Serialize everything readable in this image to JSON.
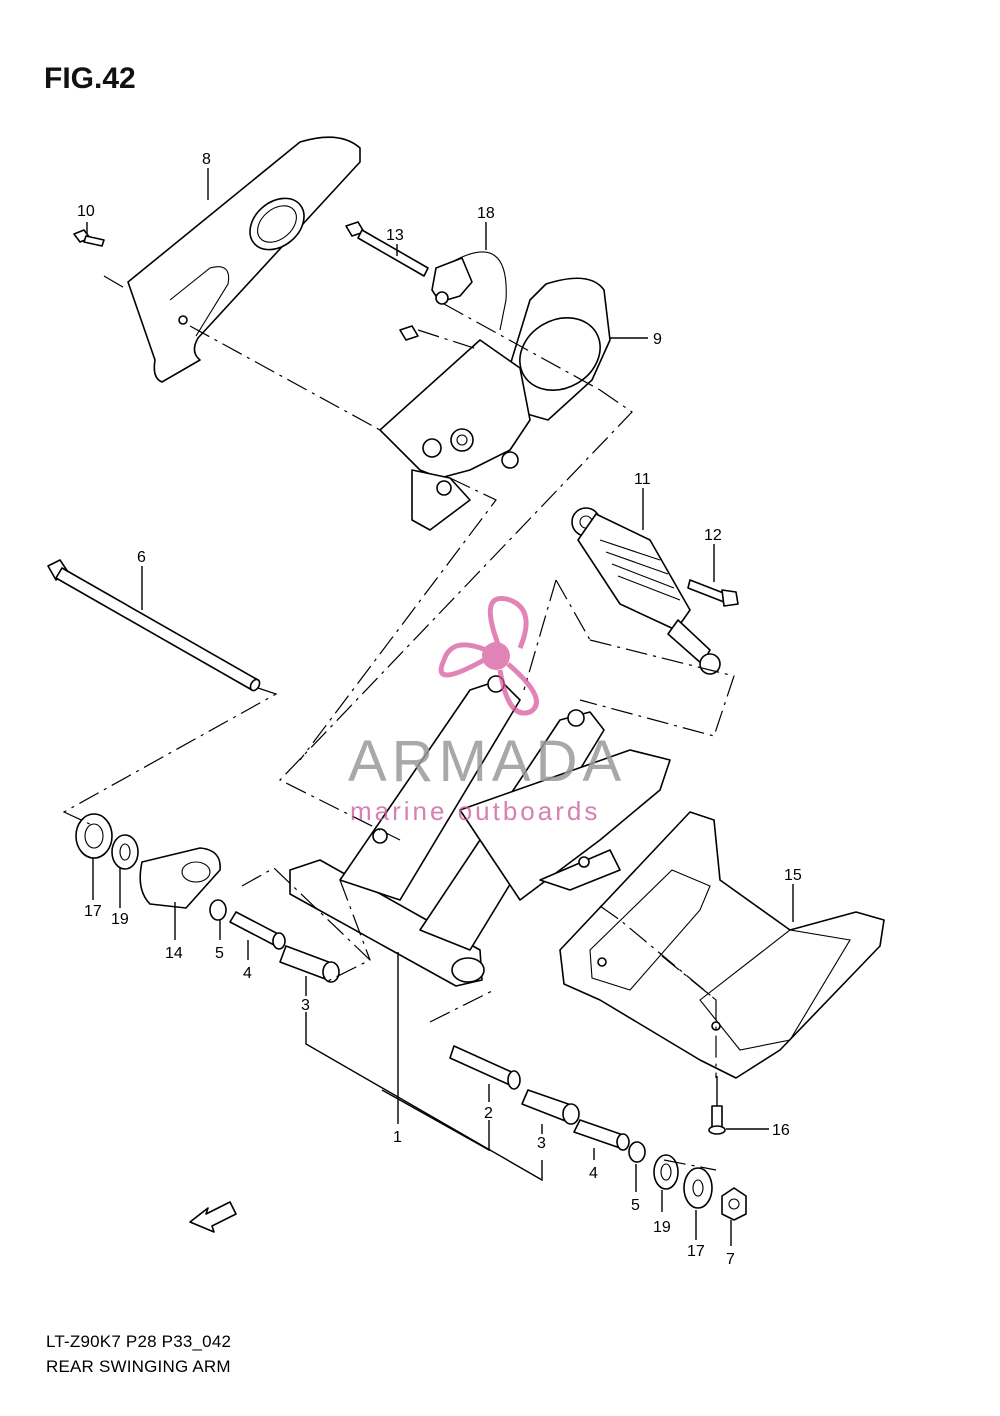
{
  "figure": {
    "title": "FIG.42",
    "code": "LT-Z90K7 P28 P33_042",
    "description": "REAR SWINGING ARM"
  },
  "watermark": {
    "brand": "ARMADA",
    "tagline": "marine outboards",
    "accent_color": "#d8549a"
  },
  "direction_marker": "FWD",
  "callouts": {
    "c1": "1",
    "c2": "2",
    "c3a": "3",
    "c3b": "3",
    "c4a": "4",
    "c4b": "4",
    "c5a": "5",
    "c5b": "5",
    "c6": "6",
    "c7": "7",
    "c8": "8",
    "c9": "9",
    "c10": "10",
    "c11": "11",
    "c12": "12",
    "c13": "13",
    "c14": "14",
    "c15": "15",
    "c16": "16",
    "c17a": "17",
    "c17b": "17",
    "c18": "18",
    "c19a": "19",
    "c19b": "19"
  }
}
